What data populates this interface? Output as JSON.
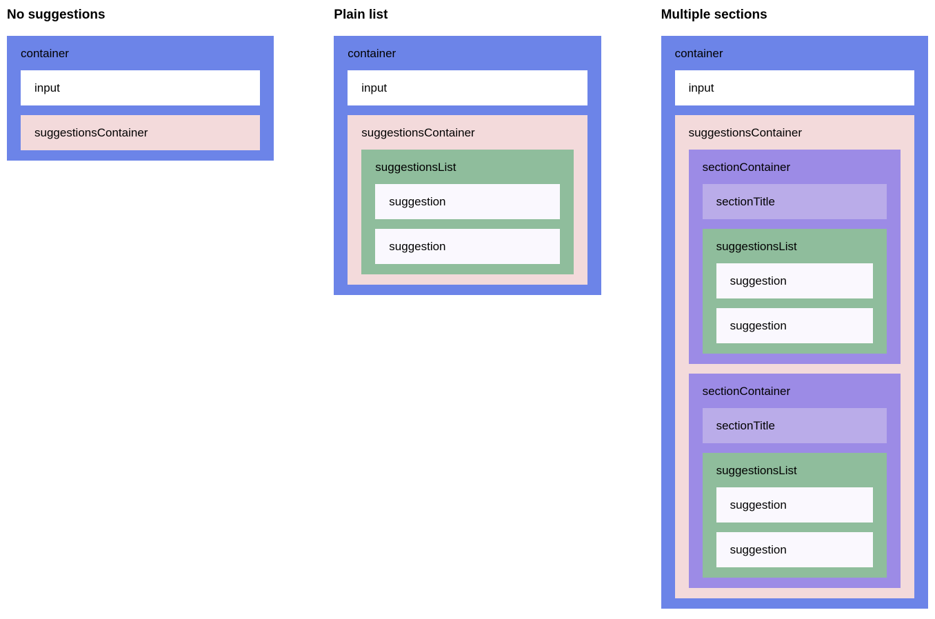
{
  "colors": {
    "container": "#6C84E8",
    "input": "#FFFFFF",
    "suggestions_container": "#F3DADB",
    "suggestions_list": "#8FBD9C",
    "suggestion": "#FAF8FE",
    "section_container": "#9C8BE6",
    "section_title": "#BAACE9",
    "text": "#000000",
    "page_background": "#FFFFFF"
  },
  "labels": {
    "container": "container",
    "input": "input",
    "suggestions_container": "suggestionsContainer",
    "suggestions_list": "suggestionsList",
    "suggestion": "suggestion",
    "section_container": "sectionContainer",
    "section_title": "sectionTitle"
  },
  "columns": [
    {
      "heading": "No suggestions"
    },
    {
      "heading": "Plain list"
    },
    {
      "heading": "Multiple sections"
    }
  ]
}
